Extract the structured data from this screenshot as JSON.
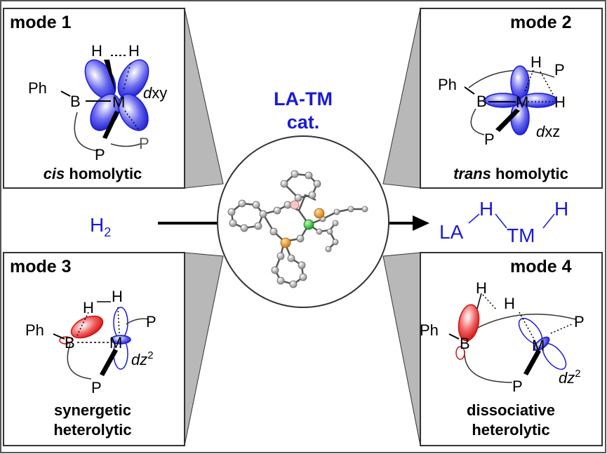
{
  "center": {
    "title_line1": "LA-TM",
    "title_line2": "cat.",
    "reactant": "H",
    "reactant_sub": "2",
    "product_la": "LA",
    "product_h1": "H",
    "product_tm": "TM",
    "product_h2": "H"
  },
  "panels": [
    {
      "mode": "mode 1",
      "caption_italic": "cis",
      "caption_rest": " homolytic",
      "orbital": "dxy"
    },
    {
      "mode": "mode 2",
      "caption_italic": "trans",
      "caption_rest": " homolytic",
      "orbital": "dxz"
    },
    {
      "mode": "mode 3",
      "caption_line1": "synergetic",
      "caption_line2": "heterolytic",
      "orbital": "dz",
      "orbital_sup": "2"
    },
    {
      "mode": "mode 4",
      "caption_line1": "dissociative",
      "caption_line2": "heterolytic",
      "orbital": "dz",
      "orbital_sup": "2"
    }
  ],
  "atoms": {
    "ph": "Ph",
    "b": "B",
    "m": "M",
    "p": "P",
    "h": "H"
  },
  "colors": {
    "blue": "#1a1ad6",
    "red": "#e0141a",
    "panel_border": "#333333",
    "wedge_fill": "#b8b8b8",
    "orbital_blue": "#3b3be6",
    "orbital_red": "#e02020"
  }
}
